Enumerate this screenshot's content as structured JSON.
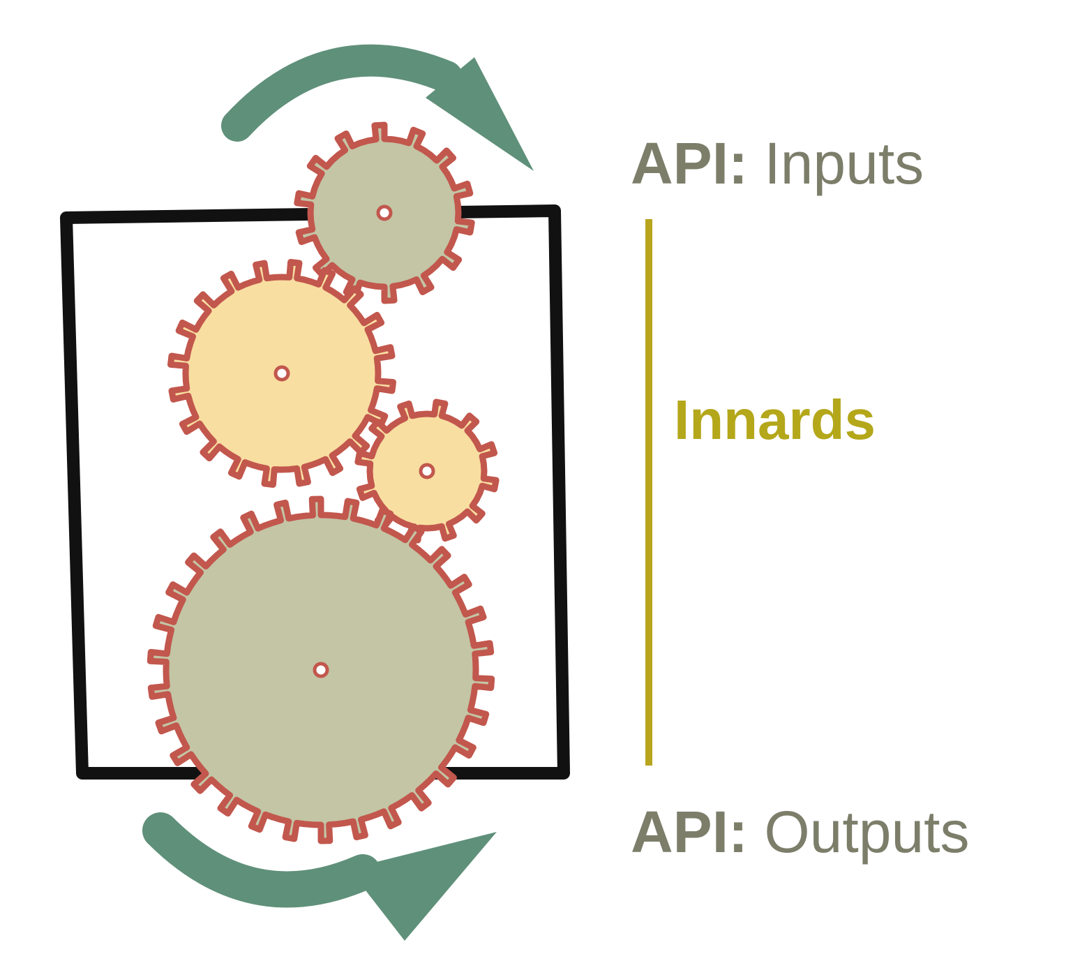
{
  "labels": {
    "inputs": {
      "prefix": "API:",
      "text": "Inputs"
    },
    "innards": "Innards",
    "outputs": {
      "prefix": "API:",
      "text": "Outputs"
    }
  },
  "colors": {
    "api_text": "#7c7e6a",
    "innards_text": "#b4a71a",
    "innards_bar": "#b8a51e",
    "box_outline": "#111111",
    "arrow": "#5f907a",
    "gear_outline": "#c2574d",
    "gear_green_fill": "#c3c5a5",
    "gear_yellow_fill": "#f8dea1"
  },
  "icons": {
    "gears": [
      "gear-icon-top",
      "gear-icon-large-yellow",
      "gear-icon-small-yellow",
      "gear-icon-bottom"
    ],
    "arrows": [
      "arrow-icon-top",
      "arrow-icon-bottom"
    ]
  }
}
